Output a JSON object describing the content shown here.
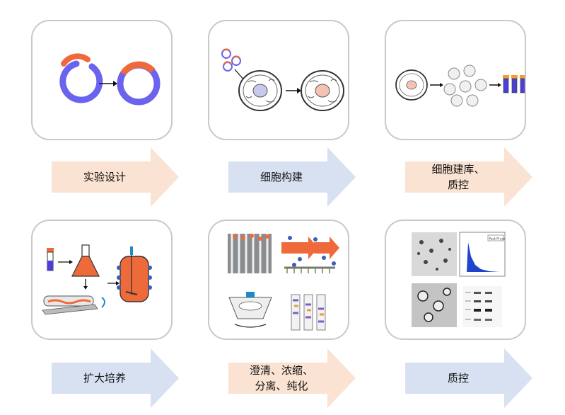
{
  "steps": [
    {
      "label": "实验设计",
      "arrow_color": "#fae3d2"
    },
    {
      "label": "细胞构建",
      "arrow_color": "#d7e1f2"
    },
    {
      "label": "细胞建库、\n质控",
      "arrow_color": "#fae3d2"
    },
    {
      "label": "扩大培养",
      "arrow_color": "#d7e1f2"
    },
    {
      "label": "澄清、浓缩、\n分离、纯化",
      "arrow_color": "#fae3d2"
    },
    {
      "label": "质控",
      "arrow_color": "#d7e1f2"
    }
  ],
  "qc_panel": {
    "histogram_legend": "Peak M esp"
  },
  "colors": {
    "plasmid_blue": "#6b63ee",
    "insert_orange": "#ef6a3a",
    "card_border": "#c9c9c9"
  }
}
